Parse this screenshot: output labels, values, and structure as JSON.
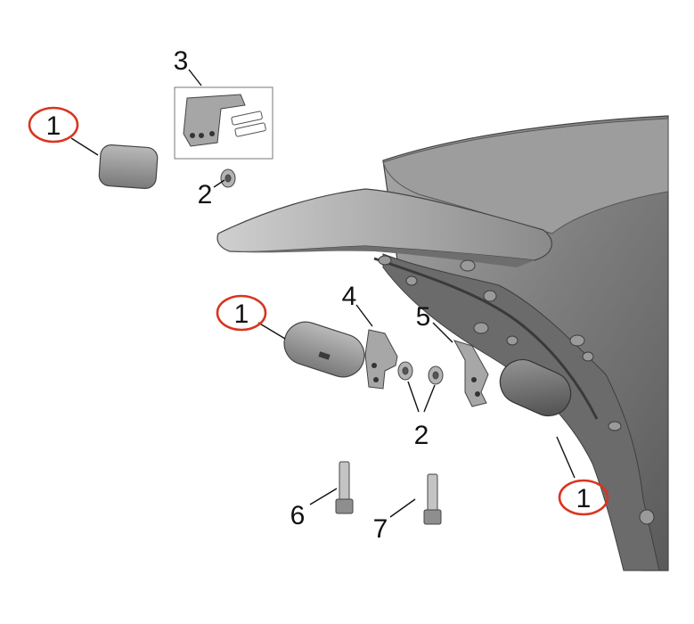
{
  "diagram": {
    "callouts": [
      {
        "id": "c1a",
        "label": "1",
        "highlighted": true
      },
      {
        "id": "c1b",
        "label": "1",
        "highlighted": true
      },
      {
        "id": "c1c",
        "label": "1",
        "highlighted": true
      },
      {
        "id": "c2a",
        "label": "2",
        "highlighted": false
      },
      {
        "id": "c2b",
        "label": "2",
        "highlighted": false
      },
      {
        "id": "c3",
        "label": "3",
        "highlighted": false
      },
      {
        "id": "c4",
        "label": "4",
        "highlighted": false
      },
      {
        "id": "c5",
        "label": "5",
        "highlighted": false
      },
      {
        "id": "c6",
        "label": "6",
        "highlighted": false
      },
      {
        "id": "c7",
        "label": "7",
        "highlighted": false
      }
    ],
    "colors": {
      "highlight_ring": "#d9341f",
      "part_gray": "#8c8c8c",
      "part_dark": "#5f5f5f",
      "part_light": "#c9c9c9",
      "callout_text": "#111111"
    }
  }
}
